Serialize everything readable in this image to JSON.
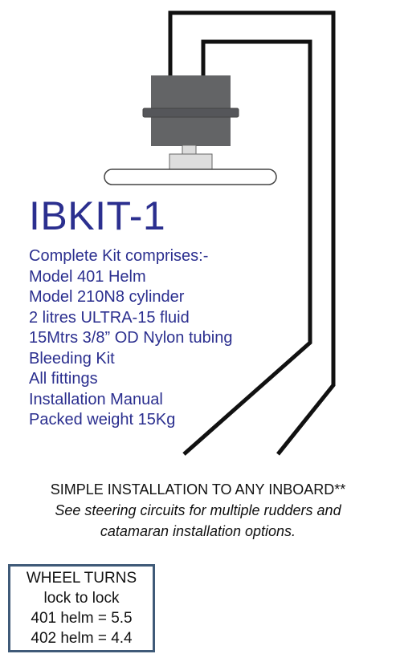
{
  "kit": {
    "title": "IBKIT-1",
    "items": [
      "Complete Kit comprises:-",
      "Model 401 Helm",
      "Model 210N8 cylinder",
      "2 litres ULTRA-15 fluid",
      "15Mtrs 3/8” OD Nylon tubing",
      "Bleeding Kit",
      "All fittings",
      "Installation Manual",
      "Packed weight 15Kg"
    ]
  },
  "installation": {
    "headline": "SIMPLE INSTALLATION TO ANY INBOARD**",
    "note_line1": "See steering circuits for multiple rudders and",
    "note_line2": "catamaran installation options."
  },
  "wheel_turns": {
    "heading": "WHEEL TURNS",
    "subheading": "lock to lock",
    "helm_401": "401 helm = 5.5",
    "helm_402": "402 helm = 4.4"
  },
  "colors": {
    "kit_text": "#2b2f8f",
    "helm_body": "#636466",
    "tubing": "#111111",
    "box_border": "#3f5a78"
  }
}
